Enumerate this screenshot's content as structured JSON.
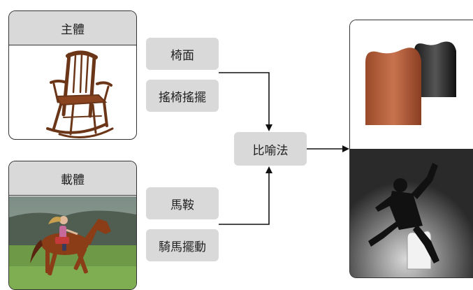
{
  "subject": {
    "title": "主體",
    "image": "rocking-chair-illustration"
  },
  "vehicle": {
    "title": "載體",
    "image": "horse-rider-illustration"
  },
  "subject_features": [
    "椅面",
    "搖椅搖擺"
  ],
  "vehicle_features": [
    "馬鞍",
    "騎馬擺動"
  ],
  "method": "比喻法",
  "result": {
    "images": [
      "saddle-stool-products",
      "man-riding-stool-photo"
    ]
  }
}
